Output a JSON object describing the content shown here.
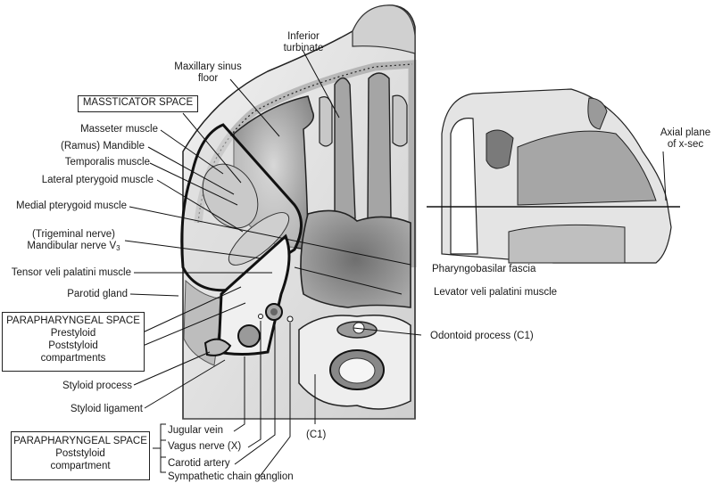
{
  "figure": {
    "description": "Axial cross-section illustration of the masticator and parapharyngeal spaces with inset sagittal view showing axial plane"
  },
  "labels": {
    "inferior_turbinate": [
      "Inferior",
      "turbinate"
    ],
    "maxillary_sinus_floor": [
      "Maxillary sinus",
      "floor"
    ],
    "masticator_space_box": "MASSTICATOR SPACE",
    "masseter_muscle": "Masseter muscle",
    "ramus_mandible": "(Ramus) Mandible",
    "temporalis_muscle": "Temporalis muscle",
    "lateral_pterygoid_muscle": "Lateral pterygoid muscle",
    "medial_pterygoid_muscle": "Medial pterygoid muscle",
    "trigeminal_nerve": "(Trigeminal nerve)",
    "mandibular_nerve": "Mandibular nerve V",
    "mandibular_nerve_sub": "3",
    "tensor_veli_palatini": "Tensor veli palatini muscle",
    "parotid_gland": "Parotid gland",
    "parapharyngeal_box_1": {
      "title": "PARAPHARYNGEAL SPACE",
      "lines": [
        "Prestyloid",
        "Poststyloid",
        "compartments"
      ]
    },
    "styloid_process": "Styloid process",
    "styloid_ligament": "Styloid ligament",
    "parapharyngeal_box_2": {
      "title": "PARAPHARYNGEAL SPACE",
      "lines": [
        "Poststyloid",
        "compartment"
      ]
    },
    "jugular_vein": "Jugular vein",
    "vagus_nerve": "Vagus nerve (X)",
    "carotid_artery": "Carotid artery",
    "sympathetic_chain": "Sympathetic chain ganglion",
    "c1": "(C1)",
    "pharyngobasilar_fascia": "Pharyngobasilar fascia",
    "levator_veli_palatini": "Levator veli palatini muscle",
    "odontoid_process": "Odontoid process (C1)",
    "axial_plane": [
      "Axial plane",
      "of x-sec"
    ]
  },
  "colors": {
    "outline": "#1a1a1a",
    "tissue_light": "#e6e6e6",
    "tissue_mid": "#bdbdbd",
    "tissue_dark": "#8f8f8f",
    "background": "#ffffff"
  }
}
